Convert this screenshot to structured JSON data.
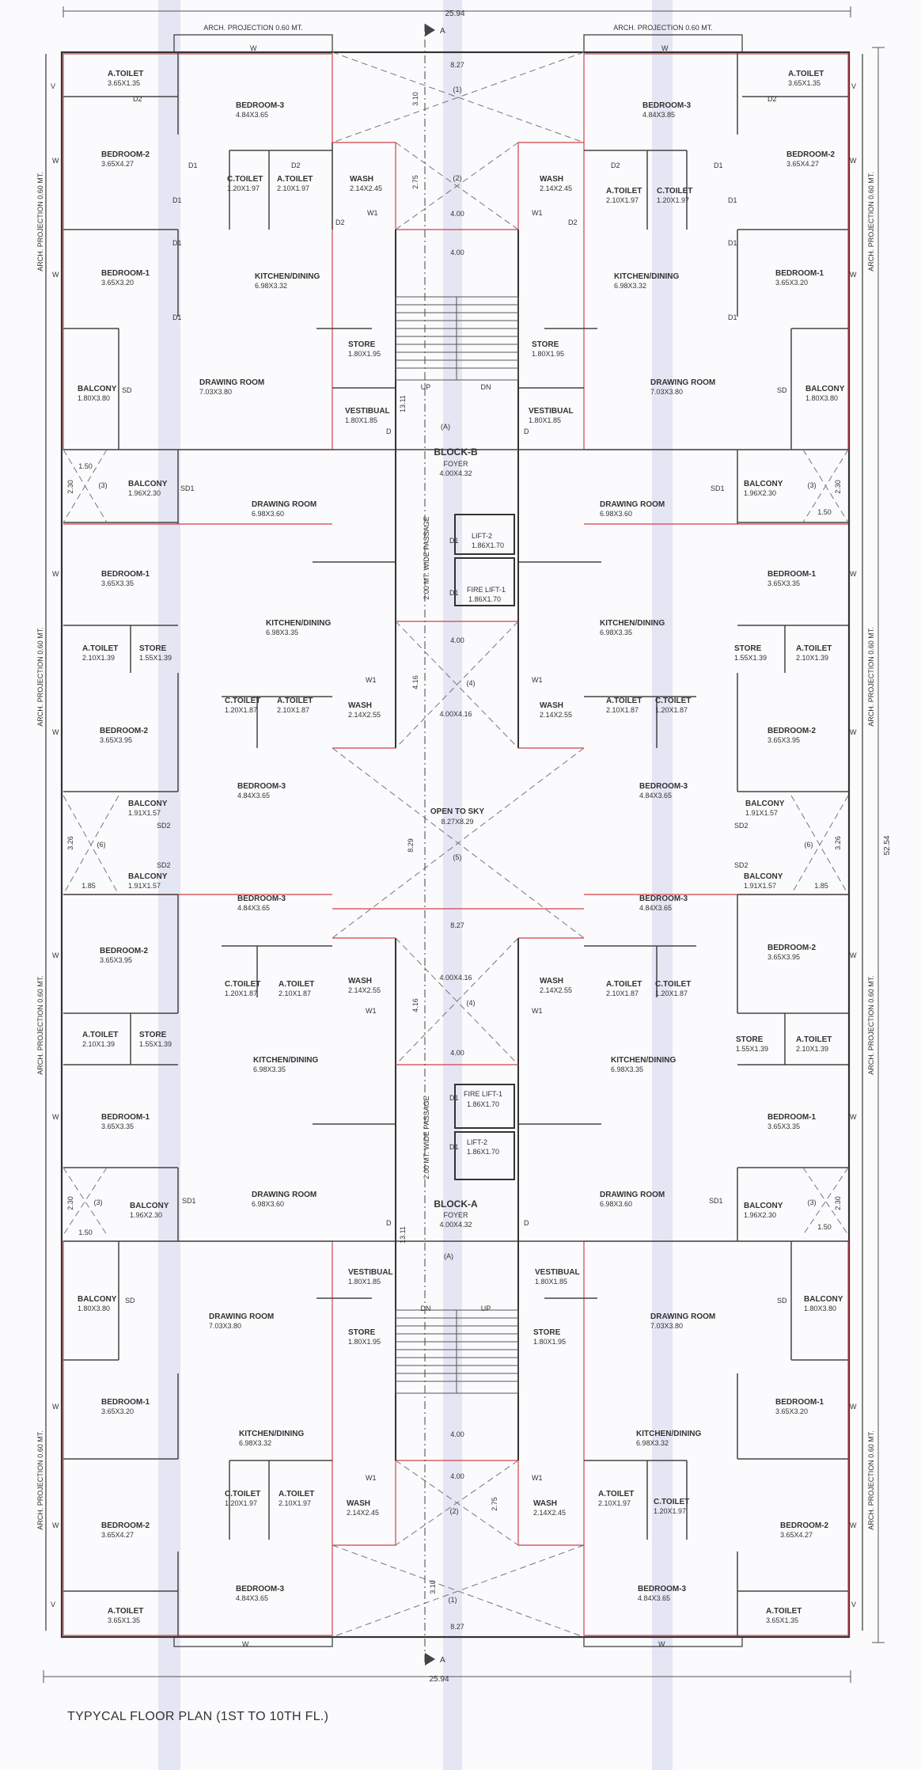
{
  "plan": {
    "title": "TYPYCAL FLOOR PLAN (1ST TO 10TH FL.)",
    "overall_width": "25.94",
    "overall_height": "52.54",
    "arch_projection": "ARCH. PROJECTION 0.60 MT.",
    "block_b": {
      "label": "BLOCK-B",
      "foyer": "FOYER",
      "foyer_dim": "4.00X4.32",
      "passage": "2.00 MT. WIDE PASSAGE",
      "lift_2": "LIFT-2",
      "lift_2_dim": "1.86X1.70",
      "fire_lift": "FIRE LIFT-1",
      "fire_lift_dim": "1.86X1.70"
    },
    "block_a": {
      "label": "BLOCK-A",
      "foyer": "FOYER",
      "foyer_dim": "4.00X4.32",
      "passage": "2.00 MT. WIDE PASSAGE",
      "lift_2": "LIFT-2",
      "lift_2_dim": "1.86X1.70",
      "fire_lift": "FIRE LIFT-1",
      "fire_lift_dim": "1.86X1.70"
    },
    "open_to_sky": "OPEN TO SKY",
    "open_to_sky_dim": "8.27X8.29",
    "dims": {
      "d827": "8.27",
      "d400": "4.00",
      "d310": "3.10",
      "d275": "2.75",
      "d1311": "13.11",
      "d416": "4.16",
      "d829": "8.29",
      "d150": "1.50",
      "d230": "2.30",
      "d326": "3.26",
      "d185": "1.85"
    },
    "stair": {
      "up": "UP",
      "dn": "DN"
    },
    "section_mark": "A",
    "cut_marks": [
      "(1)",
      "(2)",
      "(3)",
      "(4)",
      "(5)",
      "(6)",
      "(A)"
    ],
    "door_tags": {
      "d1": "D1",
      "d2": "D2",
      "sd": "SD",
      "sd1": "SD1",
      "sd2": "SD2",
      "w": "W",
      "w1": "W1",
      "v": "V",
      "d": "D"
    },
    "rooms": {
      "atoilet_135": {
        "name": "A.TOILET",
        "dim": "3.65X1.35"
      },
      "bedroom3_365": {
        "name": "BEDROOM-3",
        "dim": "4.84X3.65"
      },
      "bedroom3_385": {
        "name": "BEDROOM-3",
        "dim": "4.84X3.85"
      },
      "bedroom2_427": {
        "name": "BEDROOM-2",
        "dim": "3.65X4.27"
      },
      "ctoilet_197": {
        "name": "C.TOILET",
        "dim": "1.20X1.97"
      },
      "atoilet_197": {
        "name": "A.TOILET",
        "dim": "2.10X1.97"
      },
      "wash_245": {
        "name": "WASH",
        "dim": "2.14X2.45"
      },
      "bedroom1_320": {
        "name": "BEDROOM-1",
        "dim": "3.65X3.20"
      },
      "kitchen_332": {
        "name": "KITCHEN/DINING",
        "dim": "6.98X3.32"
      },
      "store_195": {
        "name": "STORE",
        "dim": "1.80X1.95"
      },
      "drawing_703": {
        "name": "DRAWING ROOM",
        "dim": "7.03X3.80"
      },
      "balcony_180": {
        "name": "BALCONY",
        "dim": "1.80X3.80"
      },
      "vestibual": {
        "name": "VESTIBUAL",
        "dim": "1.80X1.85"
      },
      "balcony_196": {
        "name": "BALCONY",
        "dim": "1.96X2.30"
      },
      "drawing_698": {
        "name": "DRAWING ROOM",
        "dim": "6.98X3.60"
      },
      "bedroom1_335": {
        "name": "BEDROOM-1",
        "dim": "3.65X3.35"
      },
      "kitchen_335": {
        "name": "KITCHEN/DINING",
        "dim": "6.98X3.35"
      },
      "atoilet_139": {
        "name": "A.TOILET",
        "dim": "2.10X1.39"
      },
      "store_139": {
        "name": "STORE",
        "dim": "1.55X1.39"
      },
      "ctoilet_187": {
        "name": "C.TOILET",
        "dim": "1.20X1.87"
      },
      "atoilet_187": {
        "name": "A.TOILET",
        "dim": "2.10X1.87"
      },
      "wash_255": {
        "name": "WASH",
        "dim": "2.14X2.55"
      },
      "bedroom2_395": {
        "name": "BEDROOM-2",
        "dim": "3.65X3.95"
      },
      "bedroom3_4365": {
        "name": "BEDROOM-3",
        "dim": "4.84X3.65"
      },
      "balcony_191": {
        "name": "BALCONY",
        "dim": "1.91X1.57"
      },
      "foyer_416": {
        "name": "",
        "dim": "4.00X4.16"
      }
    }
  }
}
